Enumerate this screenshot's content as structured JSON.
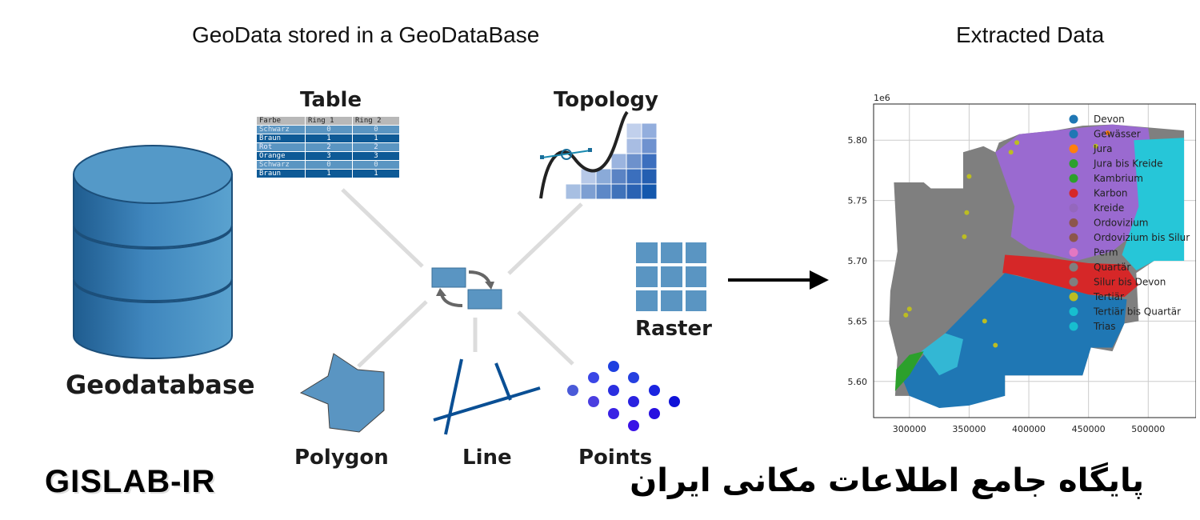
{
  "headers": {
    "left": "GeoData stored in a GeoDataBase",
    "right": "Extracted Data"
  },
  "labels": {
    "geodatabase": "Geodatabase",
    "table": "Table",
    "topology": "Topology",
    "raster": "Raster",
    "polygon": "Polygon",
    "line": "Line",
    "points": "Points"
  },
  "table": {
    "headers": [
      "Farbe",
      "Ring 1",
      "Ring 2"
    ],
    "rows": [
      [
        "Schwarz",
        "0",
        "0"
      ],
      [
        "Braun",
        "1",
        "1"
      ],
      [
        "Rot",
        "2",
        "2"
      ],
      [
        "Orange",
        "3",
        "3"
      ],
      [
        "Schwarz",
        "0",
        "0"
      ],
      [
        "Braun",
        "1",
        "1"
      ]
    ]
  },
  "chart_data": {
    "type": "scatter",
    "title": "",
    "xlabel": "",
    "ylabel": "",
    "y_scale_note": "1e6",
    "xlim": [
      270000,
      540000
    ],
    "ylim": [
      5570000,
      5830000
    ],
    "xticks": [
      300000,
      350000,
      400000,
      450000,
      500000
    ],
    "yticks": [
      5600000,
      5650000,
      5700000,
      5750000,
      5800000
    ],
    "ytick_labels": [
      "5.60",
      "5.65",
      "5.70",
      "5.75",
      "5.80"
    ],
    "grid": true,
    "legend_placement": "upper right, inside",
    "series": [
      {
        "name": "Devon",
        "color": "#1f77b4"
      },
      {
        "name": "Gewässer",
        "color": "#1f77b4"
      },
      {
        "name": "Jura",
        "color": "#ff7f0e"
      },
      {
        "name": "Jura bis Kreide",
        "color": "#2ca02c"
      },
      {
        "name": "Kambrium",
        "color": "#2ca02c"
      },
      {
        "name": "Karbon",
        "color": "#d62728"
      },
      {
        "name": "Kreide",
        "color": "#9467bd"
      },
      {
        "name": "Ordovizium",
        "color": "#8c564b"
      },
      {
        "name": "Ordovizium bis Silur",
        "color": "#8c564b"
      },
      {
        "name": "Perm",
        "color": "#e377c2"
      },
      {
        "name": "Quartär",
        "color": "#7f7f7f"
      },
      {
        "name": "Silur bis Devon",
        "color": "#7f7f7f"
      },
      {
        "name": "Tertiär",
        "color": "#bcbd22"
      },
      {
        "name": "Tertiär bis Quartär",
        "color": "#17becf"
      },
      {
        "name": "Trias",
        "color": "#17becf"
      }
    ]
  },
  "footer": {
    "brand": "GISLAB-IR",
    "persian": "پایگاه جامع اطلاعات مکانی ایران"
  },
  "colors": {
    "db_blue": "#4a8fbf",
    "accent_blue": "#5a95c2",
    "dark_blue": "#0a4f94",
    "connector": "#dcdcdc"
  }
}
